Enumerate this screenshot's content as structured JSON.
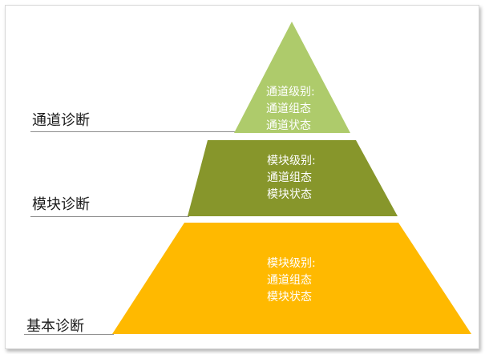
{
  "diagram": {
    "tiers": [
      {
        "id": "top",
        "color": "#aecb6b",
        "lines": [
          "通道级别:",
          "通道组态",
          "通道状态"
        ]
      },
      {
        "id": "middle",
        "color": "#87962b",
        "lines": [
          "模块级别:",
          "通道组态",
          "模块状态"
        ]
      },
      {
        "id": "bottom",
        "color": "#ffb900",
        "lines": [
          "模块级别:",
          "通道组态",
          "模块状态"
        ]
      }
    ],
    "side_labels": [
      {
        "text": "通道诊断"
      },
      {
        "text": "模块诊断"
      },
      {
        "text": "基本诊断"
      }
    ],
    "leader_line_color": "#8c8c8c"
  }
}
